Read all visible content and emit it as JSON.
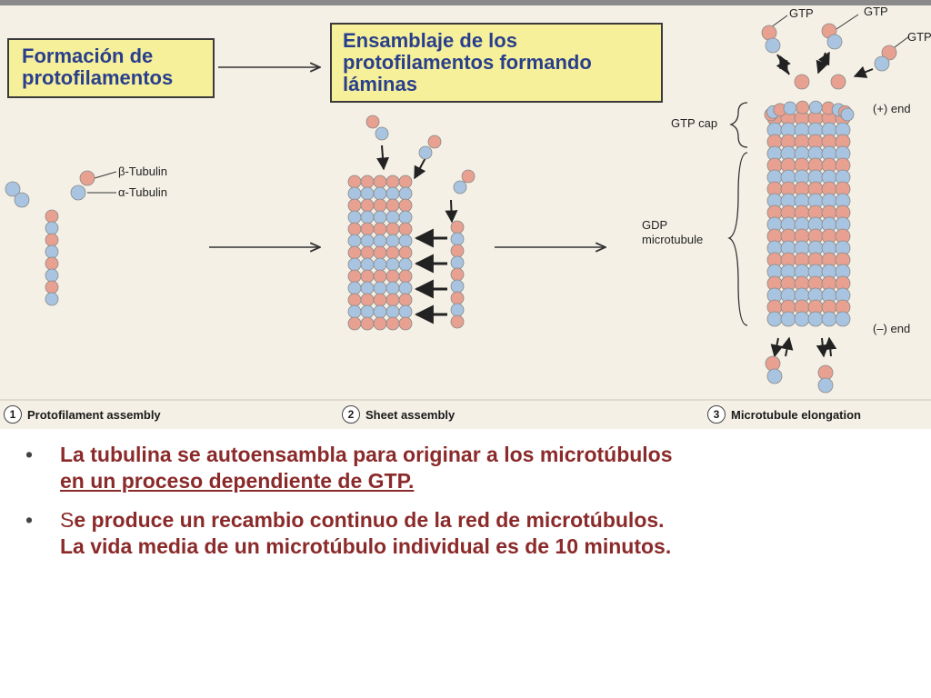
{
  "figure": {
    "box_left_lines": [
      "Formación de",
      "protofilamentos"
    ],
    "box_right_lines": [
      "Ensamblaje de los",
      "protofilamentos formando",
      "láminas"
    ],
    "beta_label": "β-Tubulin",
    "alpha_label": "α-Tubulin",
    "gtp_labels": [
      "GTP",
      "GTP",
      "GTP"
    ],
    "gtp_cap": "GTP cap",
    "plus_end": "(+) end",
    "gdp_lines": [
      "GDP",
      "microtubule"
    ],
    "minus_end": "(–) end",
    "steps": [
      {
        "num": "1",
        "label": "Protofilament assembly"
      },
      {
        "num": "2",
        "label": "Sheet assembly"
      },
      {
        "num": "3",
        "label": "Microtubule elongation"
      }
    ]
  },
  "bullets": [
    {
      "text": "La tubulina se autoensambla para originar  a los microtúbulos",
      "underlined": "en un proceso dependiente de GTP."
    },
    {
      "lead": "S",
      "text": "e produce un recambio continuo de la red de microtúbulos.",
      "line2": "La vida media de un microtúbulo individual es de 10 minutos."
    }
  ],
  "colors": {
    "beta": "#e8a090",
    "alpha": "#a8c4e0",
    "text": "#8b2a2a",
    "box_fill": "#f6f09a",
    "box_text": "#2a3f8c"
  }
}
